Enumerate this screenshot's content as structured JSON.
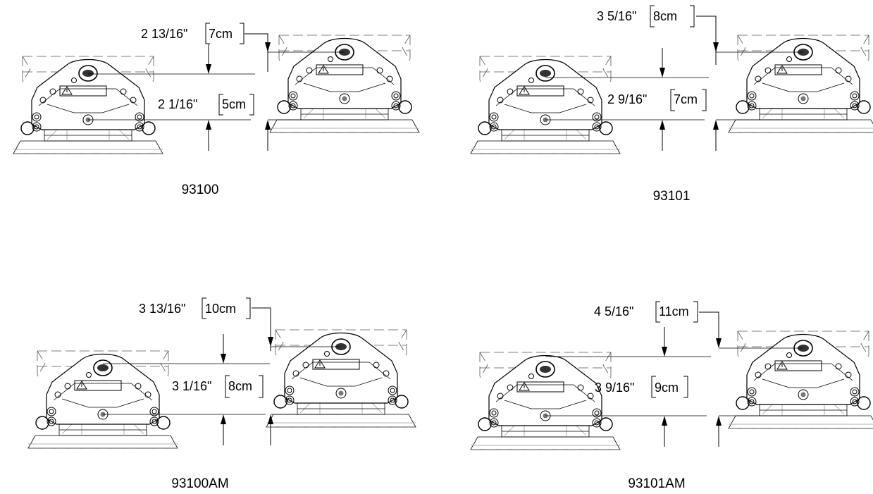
{
  "panels": [
    {
      "caption": "93100",
      "dim_upper": {
        "imperial": "2 13/16\"",
        "metric": "7cm"
      },
      "dim_lower": {
        "imperial": "2 1/16\"",
        "metric": "5cm"
      }
    },
    {
      "caption": "93101",
      "dim_upper": {
        "imperial": "3 5/16\"",
        "metric": "8cm"
      },
      "dim_lower": {
        "imperial": "2 9/16\"",
        "metric": "7cm"
      }
    },
    {
      "caption": "93100AM",
      "dim_upper": {
        "imperial": "3 13/16\"",
        "metric": "10cm"
      },
      "dim_lower": {
        "imperial": "3 1/16\"",
        "metric": "8cm"
      }
    },
    {
      "caption": "93101AM",
      "dim_upper": {
        "imperial": "4 5/16\"",
        "metric": "11cm"
      },
      "dim_lower": {
        "imperial": "3 9/16\"",
        "metric": "9cm"
      }
    }
  ]
}
